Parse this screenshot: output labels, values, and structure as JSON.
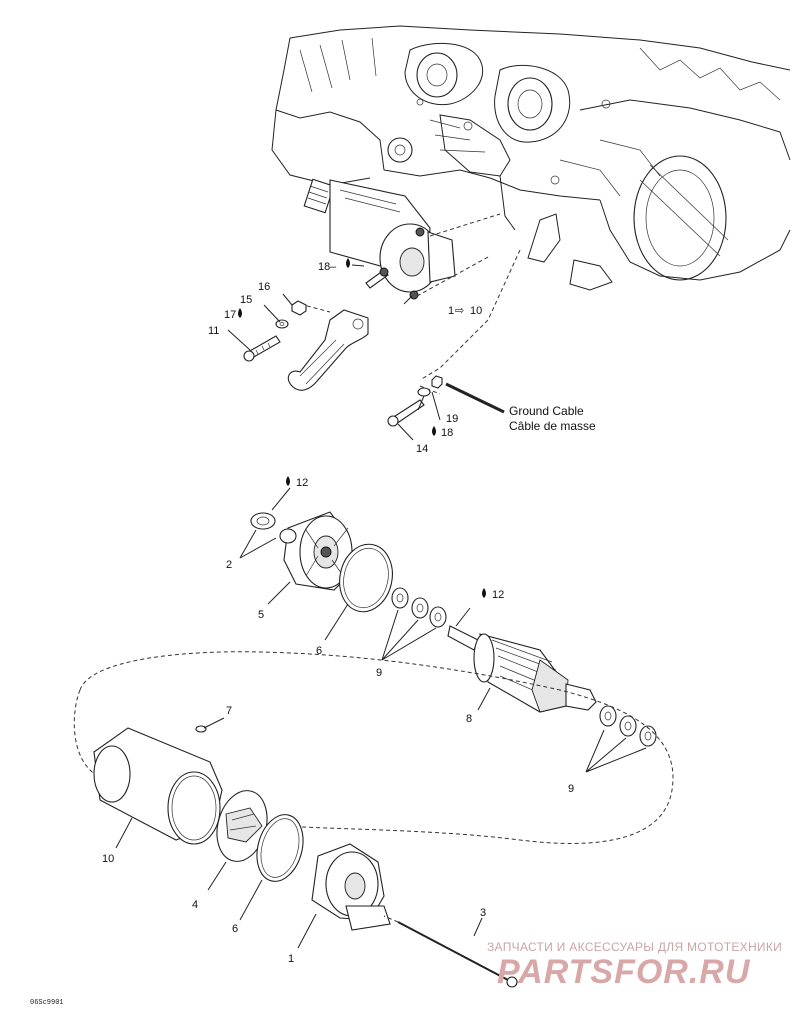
{
  "labels": {
    "p1_top": "1",
    "p1_top_ref": "10",
    "p1": "1",
    "p2": "2",
    "p3": "3",
    "p4": "4",
    "p5": "5",
    "p6a": "6",
    "p6b": "6",
    "p7": "7",
    "p8": "8",
    "p9a": "9",
    "p9b": "9",
    "p10": "10",
    "p11": "11",
    "p12a": "12",
    "p12b": "12",
    "p14": "14",
    "p15": "15",
    "p16": "16",
    "p17": "17",
    "p18a": "18",
    "p18b": "18",
    "p19": "19"
  },
  "ground_cable": {
    "en": "Ground Cable",
    "fr": "Câble de masse"
  },
  "drawing_code": "06Sc9901",
  "watermark": {
    "line1": "ЗАПЧАСТИ И АКСЕССУАРЫ ДЛЯ МОТОТЕХНИКИ",
    "line2": "PARTSFOR.RU"
  }
}
